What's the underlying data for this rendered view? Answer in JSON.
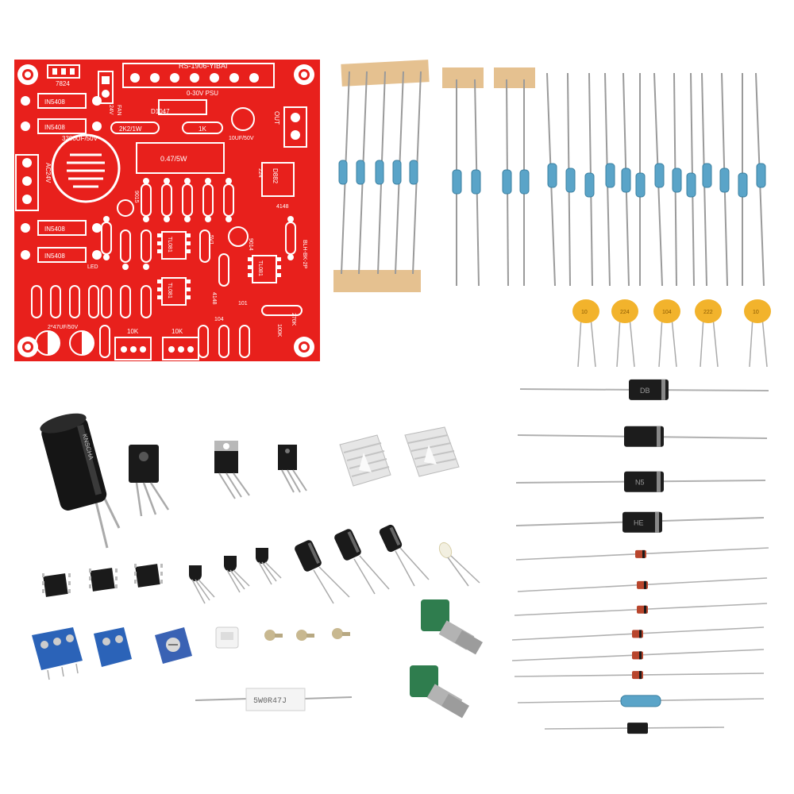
{
  "pcb": {
    "title": "RS-1906-YIBAI",
    "subtitle": "0-30V PSU",
    "labels": {
      "c7824": "7824",
      "in5408a": "IN5408",
      "in5408b": "IN5408",
      "in5408c": "IN5408",
      "in5408d": "IN5408",
      "fan": "FAN",
      "fan_v": "24V",
      "d1047": "D1047",
      "r2k2": "2K2/1W",
      "r1k": "1K",
      "cap10u": "10UF/50V",
      "cap3300": "3300UF/50V",
      "res047": "0.47/5W",
      "out": "OUT",
      "acin": "AC24V",
      "led": "LED",
      "cap47": "2*47UF/50V",
      "pot10ka": "10K",
      "pot10kb": "10K",
      "tl081a": "TL081",
      "tl081b": "TL081",
      "tl081c": "TL081",
      "d882": "D882",
      "n9014": "9014",
      "n9015": "9015",
      "n4148a": "4148",
      "n4148b": "4148",
      "r270k": "270K",
      "r100k": "100K",
      "blh": "BLH-BK-2P",
      "c101": "101",
      "c104": "104",
      "c224": "224",
      "z5v1": "5V1"
    }
  },
  "parts": {
    "power_resistor_label": "5W0R47J",
    "cap_codes": [
      "10",
      "224",
      "104",
      "222",
      "10"
    ],
    "diode_codes": [
      "DB",
      "",
      "N5",
      "HE"
    ],
    "capacitor_brand": "KNSCHA"
  },
  "colors": {
    "pcb_red": "#e8201c",
    "pcb_silk": "#ffffff",
    "resistor_blue": "#5aa4c8",
    "tape": "#e5c190",
    "ceramic_cap": "#f2b32c",
    "terminal_blue": "#2b63b8",
    "pot_green": "#2f7d4e"
  }
}
